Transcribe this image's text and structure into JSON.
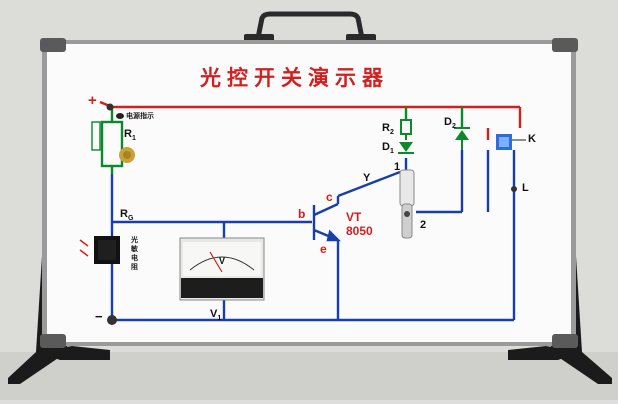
{
  "board": {
    "title": "光控开关演示器",
    "power_indicator": "电源指示",
    "photoresistor_label": "光\n敏\n电\n阻",
    "plus_sign": "+",
    "minus_sign": "−",
    "R1": "R",
    "R1_sub": "1",
    "RG": "R",
    "RG_sub": "G",
    "R2": "R",
    "R2_sub": "2",
    "D1": "D",
    "D1_sub": "1",
    "D2": "D",
    "D2_sub": "2",
    "V1": "V",
    "V1_sub": "1",
    "b": "b",
    "c": "c",
    "e": "e",
    "VT": "VT",
    "VT_model": "8050",
    "Y": "Y",
    "K": "K",
    "L": "L",
    "one": "1",
    "two": "2",
    "meter_unit": "V"
  },
  "colors": {
    "wire_blue": "#1a3ea8",
    "wire_red": "#d21f1f",
    "wire_green": "#0a8a2a",
    "board": "#fbfbfb",
    "frame": "#8a8a8a",
    "stand": "#1b1b1b"
  }
}
